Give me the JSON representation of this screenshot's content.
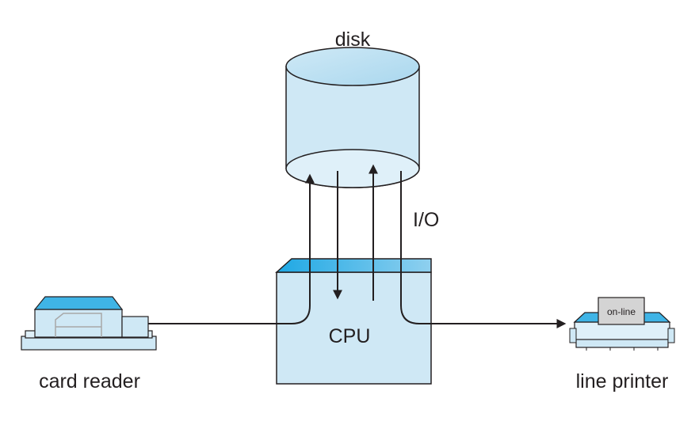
{
  "labels": {
    "disk": "disk",
    "io": "I/O",
    "cpu": "CPU",
    "card_reader": "card reader",
    "line_printer": "line printer",
    "on_line": "on-line"
  },
  "colors": {
    "fill_light": "#cfe8f5",
    "fill_mid": "#b9ddef",
    "fill_top": "#3fb4e6",
    "stroke": "#231f20",
    "arrow": "#231f20",
    "paper": "#d4d4d4"
  }
}
